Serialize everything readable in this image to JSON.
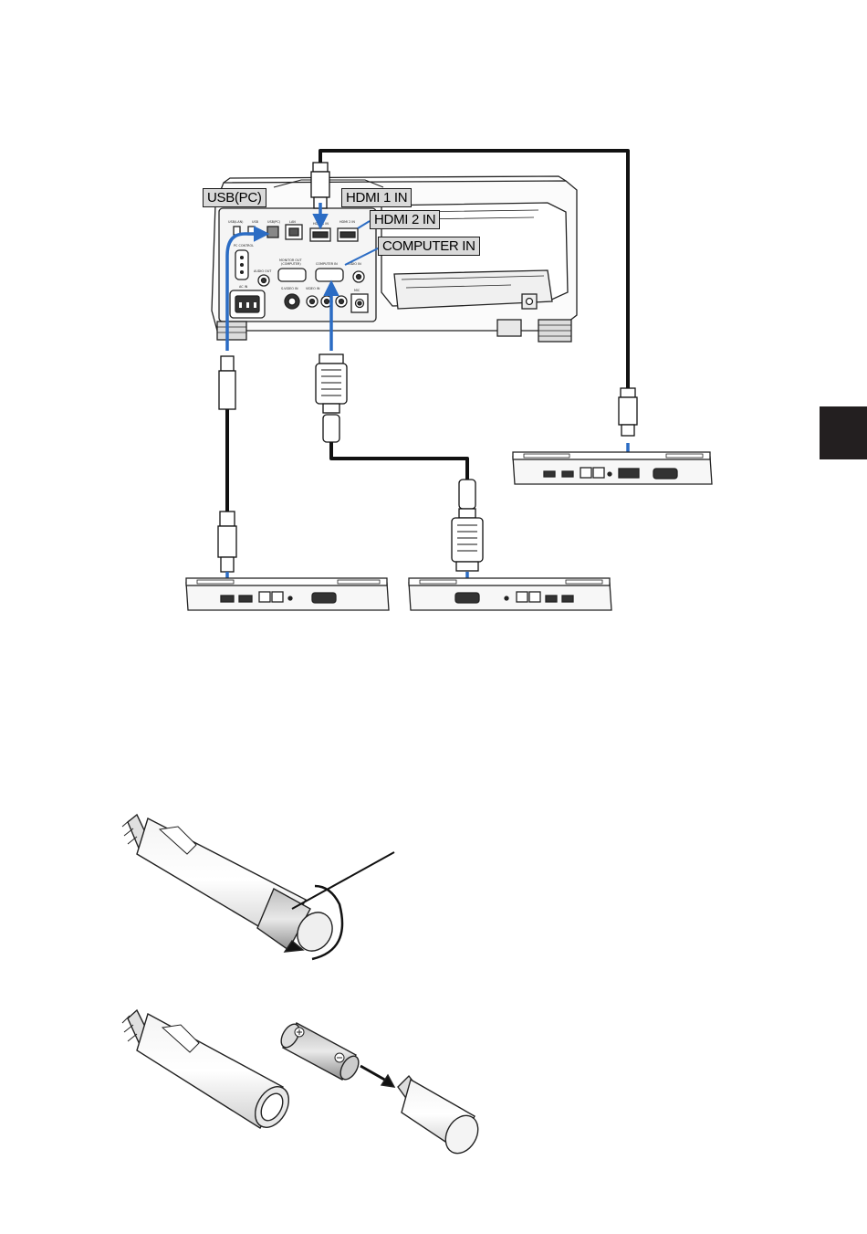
{
  "callouts": {
    "usb_pc": "USB(PC)",
    "hdmi1_in": "HDMI 1 IN",
    "hdmi2_in": "HDMI 2 IN",
    "computer_in": "COMPUTER IN"
  },
  "panel_labels": {
    "usb_lan": "USB(LAN)",
    "usb": "USB",
    "usb_pc": "USB(PC)",
    "lan": "LAN",
    "hdmi1": "HDMI 1 IN",
    "hdmi2": "HDMI 2 IN",
    "pc_control": "PC CONTROL",
    "audio_out": "AUDIO OUT",
    "monitor_out": "MONITOR OUT",
    "monitor_out_sub": "(COMPUTER)",
    "computer_in": "COMPUTER IN",
    "audio_in": "AUDIO IN",
    "s_video_in": "S-VIDEO IN",
    "video_in": "VIDEO IN",
    "mic": "MIC",
    "ac_in": "AC IN"
  },
  "colors": {
    "arrow": "#2b6cc4",
    "cable": "#111111",
    "device": "#f2f2f2",
    "callout_bg": "#d9d9d9",
    "side_tab": "#231f20"
  },
  "icons": {
    "projector": "projector-rear-panel",
    "laptops": [
      "laptop-hdmi",
      "laptop-usb",
      "laptop-vga"
    ],
    "pen": "interactive-pen",
    "battery": "aa-battery"
  }
}
